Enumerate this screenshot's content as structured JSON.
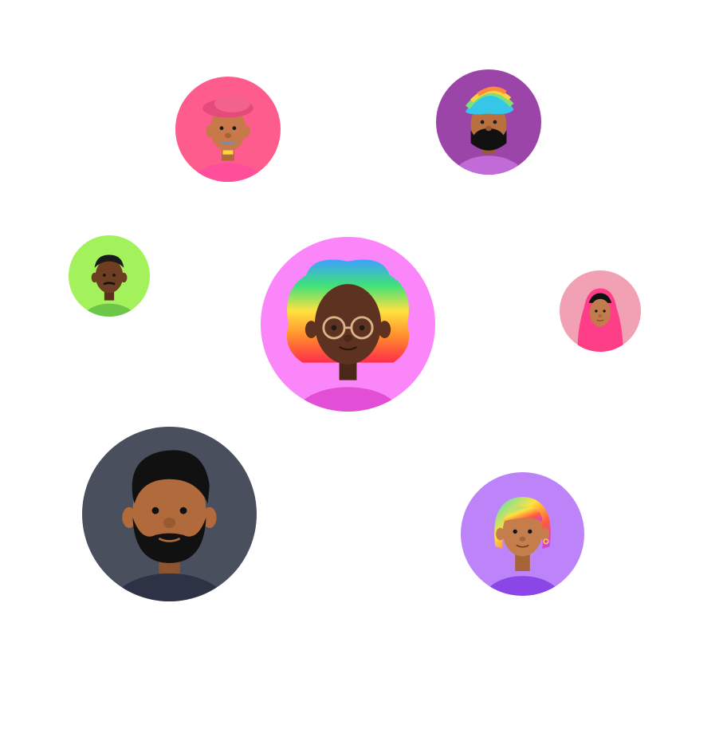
{
  "avatars": [
    {
      "id": "beret",
      "bg": "#ff5c8e",
      "skin": "#c8794a",
      "hair": "#e54b7a",
      "shirt": "#ff4f9a",
      "accessory": "beret"
    },
    {
      "id": "turban",
      "bg": "#9b45a8",
      "skin": "#b8703f",
      "hair": "#111111",
      "shirt": "#c06bd8",
      "accessory": "rainbow-turban"
    },
    {
      "id": "green",
      "bg": "#a3f25b",
      "skin": "#6e3e23",
      "hair": "#1a1a1a",
      "shirt": "#6bc64a",
      "accessory": "none"
    },
    {
      "id": "rainbow",
      "bg": "#fb86f9",
      "skin": "#5e3220",
      "hair": "rainbow",
      "shirt": "#e24fd6",
      "accessory": "glasses"
    },
    {
      "id": "hijab",
      "bg": "#f2a0b3",
      "skin": "#c27b4c",
      "hair": "#111111",
      "shirt": "#ff3e88",
      "accessory": "hijab"
    },
    {
      "id": "beard",
      "bg": "#4a4f5e",
      "skin": "#b06a3c",
      "hair": "#111111",
      "shirt": "#2d3244",
      "accessory": "beard"
    },
    {
      "id": "purple",
      "bg": "#bd84fa",
      "skin": "#c57d4c",
      "hair": "rainbow",
      "shirt": "#8a46e6",
      "accessory": "earrings"
    }
  ]
}
